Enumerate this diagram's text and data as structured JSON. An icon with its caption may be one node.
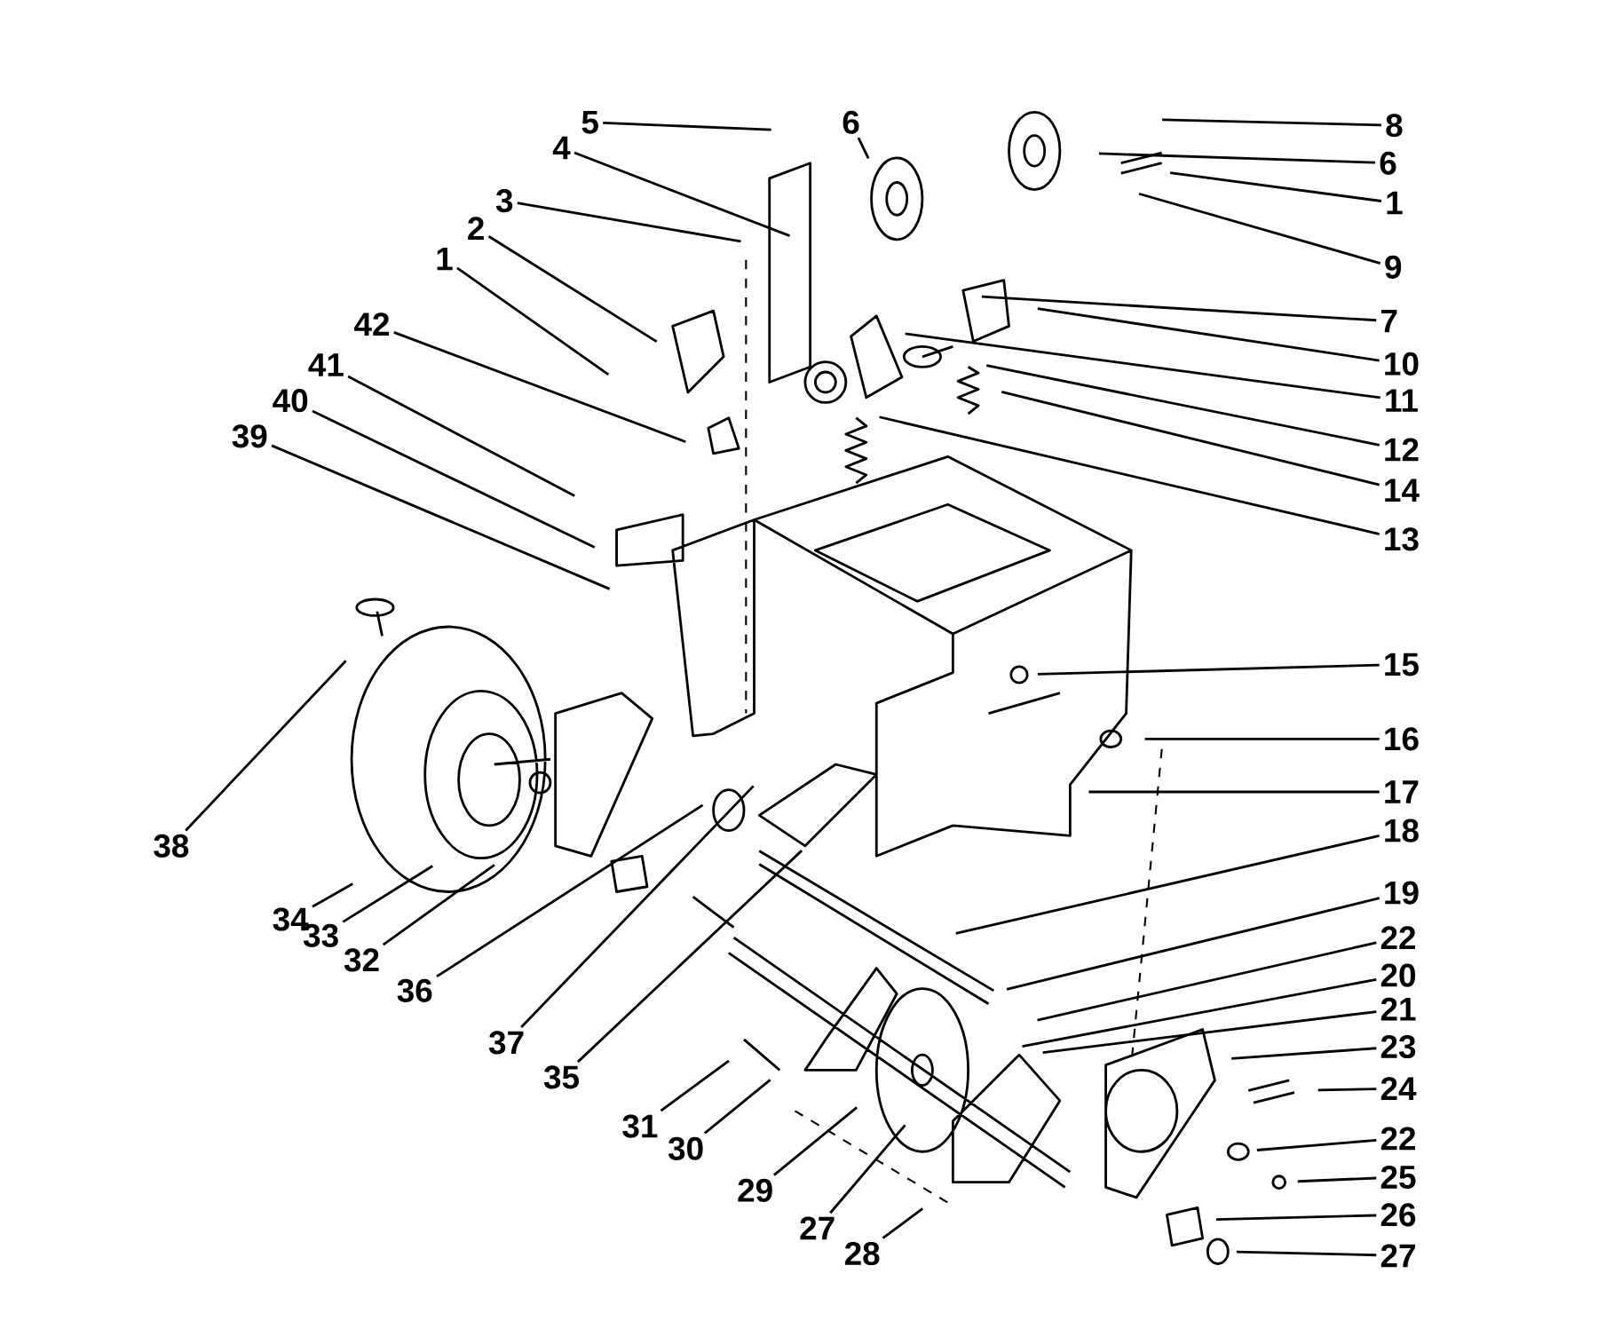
{
  "diagram": {
    "nodes": [
      {
        "text": [
          "5"
        ]
      },
      {
        "text": [
          "6"
        ]
      },
      {
        "text": [
          "8"
        ]
      },
      {
        "text": [
          "6"
        ]
      },
      {
        "text": [
          "4"
        ]
      },
      {
        "text": [
          "3"
        ]
      },
      {
        "text": [
          "1"
        ]
      },
      {
        "text": [
          "2"
        ]
      },
      {
        "text": [
          "9"
        ]
      },
      {
        "text": [
          "1"
        ]
      },
      {
        "text": [
          "7"
        ]
      },
      {
        "text": [
          "42"
        ]
      },
      {
        "text": [
          "10"
        ]
      },
      {
        "text": [
          "41"
        ]
      },
      {
        "text": [
          "11"
        ]
      },
      {
        "text": [
          "40"
        ]
      },
      {
        "text": [
          "12"
        ]
      },
      {
        "text": [
          "14"
        ]
      },
      {
        "text": [
          "39"
        ]
      },
      {
        "text": [
          "13"
        ]
      },
      {
        "text": [
          "15"
        ]
      },
      {
        "text": [
          "16"
        ]
      },
      {
        "text": [
          "17"
        ]
      },
      {
        "text": [
          "18"
        ]
      },
      {
        "text": [
          "38"
        ]
      },
      {
        "text": [
          "19"
        ]
      },
      {
        "text": [
          "34"
        ]
      },
      {
        "text": [
          "33"
        ]
      },
      {
        "text": [
          "22"
        ]
      },
      {
        "text": [
          "32"
        ]
      },
      {
        "text": [
          "20"
        ]
      },
      {
        "text": [
          "36"
        ]
      },
      {
        "text": [
          "21"
        ]
      },
      {
        "text": [
          "37"
        ]
      },
      {
        "text": [
          "23"
        ]
      },
      {
        "text": [
          "35"
        ]
      },
      {
        "text": [
          "24"
        ]
      },
      {
        "text": [
          "31"
        ]
      },
      {
        "text": [
          "22"
        ]
      },
      {
        "text": [
          "30"
        ]
      },
      {
        "text": [
          "25"
        ]
      },
      {
        "text": [
          "29"
        ]
      },
      {
        "text": [
          "26"
        ]
      },
      {
        "text": [
          "27"
        ]
      },
      {
        "text": [
          "28"
        ]
      },
      {
        "text": [
          "27"
        ]
      }
    ],
    "edges": [
      {
        "from": 0,
        "to": null,
        "arrow": "none"
      },
      {
        "from": 1,
        "to": null,
        "arrow": "none"
      },
      {
        "from": 2,
        "to": null,
        "arrow": "none"
      },
      {
        "from": 3,
        "to": null,
        "arrow": "none"
      },
      {
        "from": 4,
        "to": null,
        "arrow": "none"
      },
      {
        "from": 5,
        "to": null,
        "arrow": "none"
      },
      {
        "from": 6,
        "to": null,
        "arrow": "none"
      },
      {
        "from": 7,
        "to": null,
        "arrow": "none"
      },
      {
        "from": 8,
        "to": null,
        "arrow": "none"
      },
      {
        "from": 9,
        "to": null,
        "arrow": "none"
      },
      {
        "from": 10,
        "to": null,
        "arrow": "none"
      },
      {
        "from": 11,
        "to": null,
        "arrow": "none"
      },
      {
        "from": 12,
        "to": null,
        "arrow": "none"
      },
      {
        "from": 13,
        "to": null,
        "arrow": "none"
      },
      {
        "from": 14,
        "to": null,
        "arrow": "none"
      },
      {
        "from": 15,
        "to": null,
        "arrow": "none"
      },
      {
        "from": 16,
        "to": null,
        "arrow": "none"
      },
      {
        "from": 17,
        "to": null,
        "arrow": "none"
      },
      {
        "from": 18,
        "to": null,
        "arrow": "none"
      },
      {
        "from": 19,
        "to": null,
        "arrow": "none"
      },
      {
        "from": 20,
        "to": null,
        "arrow": "none"
      },
      {
        "from": 21,
        "to": null,
        "arrow": "none"
      },
      {
        "from": 22,
        "to": null,
        "arrow": "none"
      },
      {
        "from": 23,
        "to": null,
        "arrow": "none"
      },
      {
        "from": 24,
        "to": null,
        "arrow": "none"
      },
      {
        "from": 25,
        "to": null,
        "arrow": "none"
      },
      {
        "from": 26,
        "to": null,
        "arrow": "none"
      },
      {
        "from": 27,
        "to": null,
        "arrow": "none"
      },
      {
        "from": 28,
        "to": null,
        "arrow": "none"
      },
      {
        "from": 29,
        "to": null,
        "arrow": "none"
      },
      {
        "from": 30,
        "to": null,
        "arrow": "none"
      },
      {
        "from": 31,
        "to": null,
        "arrow": "none"
      },
      {
        "from": 32,
        "to": null,
        "arrow": "none"
      },
      {
        "from": 33,
        "to": null,
        "arrow": "none"
      },
      {
        "from": 34,
        "to": null,
        "arrow": "none"
      },
      {
        "from": 35,
        "to": null,
        "arrow": "none"
      },
      {
        "from": 36,
        "to": null,
        "arrow": "none"
      },
      {
        "from": 37,
        "to": null,
        "arrow": "none"
      },
      {
        "from": 38,
        "to": null,
        "arrow": "none"
      },
      {
        "from": 39,
        "to": null,
        "arrow": "none"
      },
      {
        "from": 40,
        "to": null,
        "arrow": "none"
      },
      {
        "from": 41,
        "to": null,
        "arrow": "none"
      },
      {
        "from": 42,
        "to": null,
        "arrow": "none"
      },
      {
        "from": 43,
        "to": null,
        "arrow": "none"
      },
      {
        "from": 44,
        "to": null,
        "arrow": "none"
      },
      {
        "from": 45,
        "to": null,
        "arrow": "none"
      }
    ]
  }
}
